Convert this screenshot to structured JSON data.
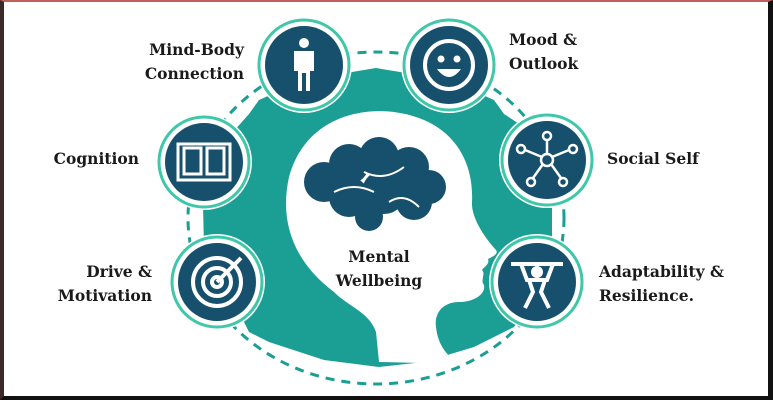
{
  "colors": {
    "dark": "#17506c",
    "teal": "#1b9e94",
    "ring": "#3fc7a7"
  },
  "center": {
    "line1": "Mental",
    "line2": "Wellbeing"
  },
  "items": [
    {
      "line1": "Mind-Body",
      "line2": "Connection",
      "icon": "person-icon"
    },
    {
      "line1": "Mood &",
      "line2": "Outlook",
      "icon": "smiley-icon"
    },
    {
      "line1": "Cognition",
      "line2": "",
      "icon": "book-icon"
    },
    {
      "line1": "Social Self",
      "line2": "",
      "icon": "network-icon"
    },
    {
      "line1": "Drive &",
      "line2": "Motivation",
      "icon": "target-icon"
    },
    {
      "line1": "Adaptability &",
      "line2": "Resilience.",
      "icon": "weightlifter-icon"
    }
  ]
}
